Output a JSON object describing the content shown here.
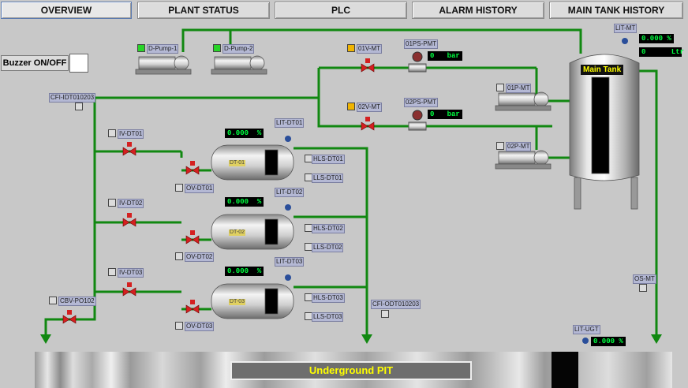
{
  "tabs": [
    {
      "label": "OVERVIEW",
      "active": true
    },
    {
      "label": "PLANT STATUS"
    },
    {
      "label": "PLC"
    },
    {
      "label": "ALARM HISTORY"
    },
    {
      "label": "MAIN TANK HISTORY"
    }
  ],
  "buzzer": {
    "label": "Buzzer ON/OFF"
  },
  "pumps": {
    "d_pump_1": "D-Pump-1",
    "d_pump_2": "D-Pump-2",
    "p01": "01P-MT",
    "p02": "02P-MT"
  },
  "valves": {
    "v01": "01V-MT",
    "v02": "02V-MT"
  },
  "pressure": {
    "ps01": {
      "tag": "01PS-PMT",
      "value": "0",
      "unit": "bar"
    },
    "ps02": {
      "tag": "02PS-PMT",
      "value": "0",
      "unit": "bar"
    }
  },
  "main_tank": {
    "label": "Main Tank",
    "lit_tag": "LIT-MT",
    "level": "0.000",
    "level_unit": "%",
    "volume": "0",
    "volume_unit": "Ltr",
    "os_tag": "OS-MT"
  },
  "cfi_idt": "CFI-IDT010203",
  "cfi_odt": "CFI-ODT010203",
  "cbv": "CBV-PO102",
  "dt": [
    {
      "iv": "IV-DT01",
      "ov": "OV-DT01",
      "lit": "LIT-DT01",
      "level": "0.000",
      "unit": "%",
      "hls": "HLS-DT01",
      "lls": "LLS-DT01",
      "name": "DT-01"
    },
    {
      "iv": "IV-DT02",
      "ov": "OV-DT02",
      "lit": "LIT-DT02",
      "level": "0.000",
      "unit": "%",
      "hls": "HLS-DT02",
      "lls": "LLS-DT02",
      "name": "DT-02"
    },
    {
      "iv": "IV-DT03",
      "ov": "OV-DT03",
      "lit": "LIT-DT03",
      "level": "0.000",
      "unit": "%",
      "hls": "HLS-DT03",
      "lls": "LLS-DT03",
      "name": "DT-03"
    }
  ],
  "ugt": {
    "lit_tag": "LIT-UGT",
    "level": "0.000",
    "unit": "%"
  },
  "pit": {
    "label": "Underground PIT"
  },
  "colors": {
    "pipe": "#118811",
    "valve": "#d42020",
    "display_text": "#00ff40",
    "pit_text": "#ffff00"
  }
}
